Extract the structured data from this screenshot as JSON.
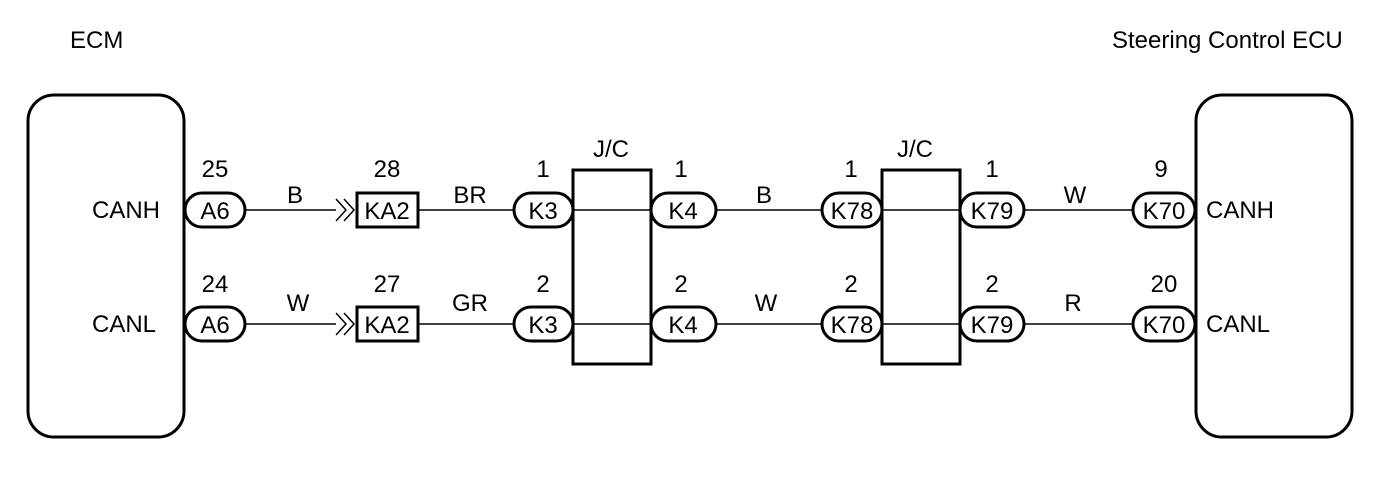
{
  "ecm": {
    "title": "ECM",
    "canh": "CANH",
    "canl": "CANL"
  },
  "steering_ecu": {
    "title": "Steering Control ECU",
    "canh": "CANH",
    "canl": "CANL"
  },
  "junctions": [
    {
      "label": "J/C"
    },
    {
      "label": "J/C"
    }
  ],
  "top_line": {
    "ecm_pin": "25",
    "ecm_conn": "A6",
    "wire1": "B",
    "ka2_pin": "28",
    "ka2_conn": "KA2",
    "wire2": "BR",
    "k3_pin": "1",
    "k3_conn": "K3",
    "k4_pin": "1",
    "k4_conn": "K4",
    "wire3": "B",
    "k78_pin": "1",
    "k78_conn": "K78",
    "k79_pin": "1",
    "k79_conn": "K79",
    "wire4": "W",
    "k70_pin": "9",
    "k70_conn": "K70"
  },
  "bottom_line": {
    "ecm_pin": "24",
    "ecm_conn": "A6",
    "wire1": "W",
    "ka2_pin": "27",
    "ka2_conn": "KA2",
    "wire2": "GR",
    "k3_pin": "2",
    "k3_conn": "K3",
    "k4_pin": "2",
    "k4_conn": "K4",
    "wire3": "W",
    "k78_pin": "2",
    "k78_conn": "K78",
    "k79_pin": "2",
    "k79_conn": "K79",
    "wire4": "R",
    "k70_pin": "20",
    "k70_conn": "K70"
  }
}
